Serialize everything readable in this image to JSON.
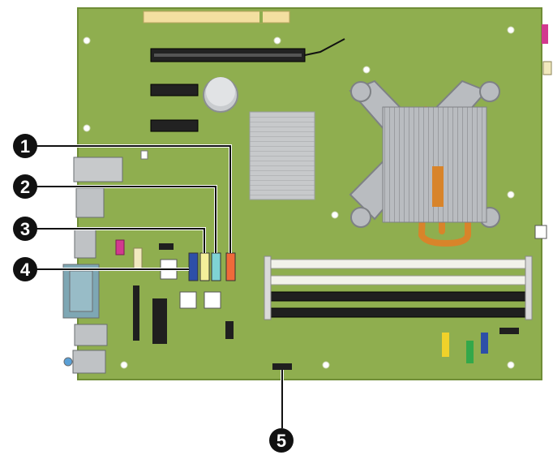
{
  "callouts": [
    {
      "id": "1",
      "label": "1"
    },
    {
      "id": "2",
      "label": "2"
    },
    {
      "id": "3",
      "label": "3"
    },
    {
      "id": "4",
      "label": "4"
    },
    {
      "id": "5",
      "label": "5"
    }
  ],
  "colors": {
    "board": "#8fae4f",
    "board_dark": "#6f8d36",
    "callout_fill": "#111111",
    "callout_text": "#ffffff",
    "sata_red": "#f06a3a",
    "sata_cyan": "#7fd3d4",
    "sata_yellow": "#f4ef9a",
    "sata_blue": "#2d4fa8",
    "pci_slot": "#f3dfa0",
    "expansion_slot": "#222222",
    "dimm_white": "#f2f2ea",
    "dimm_black": "#1f1f1f",
    "heatsink": "#b9bcc0",
    "chipset": "#c7c9cb",
    "copper_pipe": "#d8842a",
    "cable_header_pink": "#d23a8f"
  },
  "icons": [
    "motherboard-diagram",
    "callout-1",
    "callout-2",
    "callout-3",
    "callout-4",
    "callout-5"
  ]
}
